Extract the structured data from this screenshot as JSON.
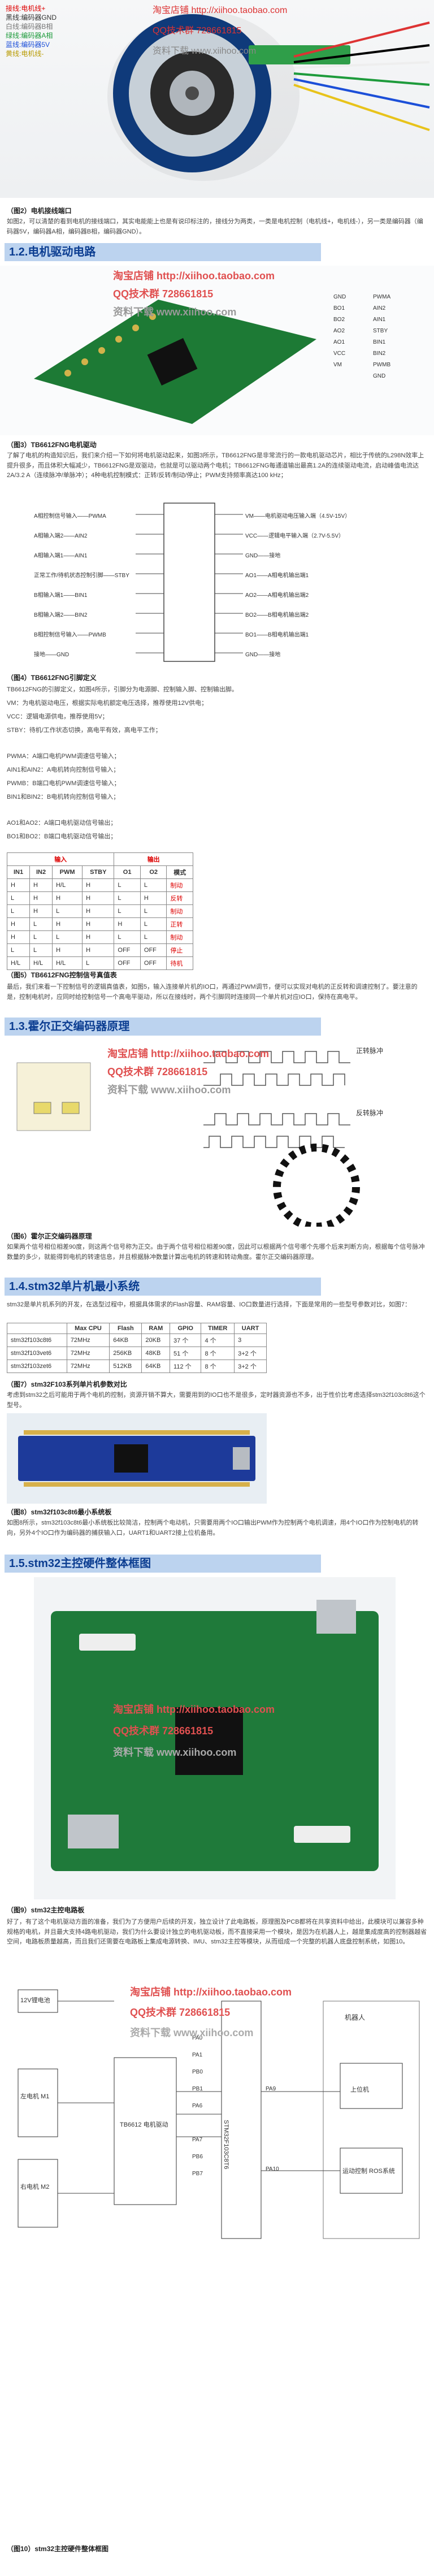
{
  "top_legend": {
    "lines": [
      "接线:电机线+",
      "黑线:编码器GND",
      "白线:编码器B相",
      "绿线:编码器A相",
      "蓝线:编码器5V",
      "黄线:电机线-"
    ],
    "watermarks": [
      "淘宝店铺 http://xiihoo.taobao.com",
      "QQ技术群 728661815",
      "资料下载 www.xiihoo.com"
    ]
  },
  "fig2": {
    "caption": "（图2）电机接线端口",
    "text": "如图2，可以清楚的看到电机的接线端口，其实电能能上也是有说印标注的，接线分为两类，一类是电机控制（电机线+，电机线-），另一类是编码器（编码器5V，编码器A相，编码器B相，编码器GND）。"
  },
  "sec_motor_drive": {
    "title": "1.2.电机驱动电路"
  },
  "fig3": {
    "caption": "（图3）TB6612FNG电机驱动",
    "watermarks": [
      "淘宝店铺 http://xiihoo.taobao.com",
      "QQ技术群 728661815",
      "资料下载 www.xiihoo.com"
    ],
    "pins_left": [
      "GND",
      "BO1",
      "BO2",
      "AO2",
      "AO1",
      "VCC",
      "VM"
    ],
    "pins_right": [
      "PWMA",
      "AIN2",
      "AIN1",
      "STBY",
      "BIN1",
      "BIN2",
      "PWMB",
      "GND"
    ],
    "text": "了解了电机的构造知识后，我们来介绍一下如何将电机驱动起来，如图3所示，TB6612FNG是非常流行的一款电机驱动芯片，相比于传统的L298N效率上提升很多，而且体积大幅减少，TB6612FNG是双驱动，也就是可以驱动两个电机；TB6612FNG每通道输出最高1.2A的连续驱动电流，启动峰值电流达2A/3.2 A（连续脉冲/单脉冲）；4种电机控制模式：正转/反转/制动/停止；PWM支持频率高达100 kHz；"
  },
  "fig4": {
    "caption": "（图4）TB6612FNG引脚定义",
    "rows_left": [
      "A相控制信号输入——PWMA",
      "A相输入端2——AIN2",
      "A相输入端1——AIN1",
      "正常工作/待机状态控制引脚——STBY",
      "B相输入端1——BIN1",
      "B相输入端2——BIN2",
      "B相控制信号输入——PWMB",
      "接地——GND"
    ],
    "rows_right": [
      "VM——电机驱动电压输入端（4.5V-15V）",
      "VCC——逻辑电平输入端（2.7V-5.5V）",
      "GND——接地",
      "AO1——A相电机输出端1",
      "AO2——A相电机输出端2",
      "BO2——B相电机输出端2",
      "BO1——B相电机输出端1",
      "GND——接地"
    ],
    "desc_lines": [
      "TB6612FNG的引脚定义，如图4所示，引脚分为电源脚、控制输入脚、控制输出脚。",
      "VM：为电机驱动电压，根据实际电机额定电压选择，推荐使用12V供电；",
      "VCC：逻辑电源供电，推荐使用5V；",
      "STBY：待机/工作状态切换，高电平有效，高电平工作；",
      "",
      "PWMA：A端口电机PWM调速信号输入；",
      "AIN1和AIN2：A电机转向控制信号输入；",
      "PWMB：B端口电机PWM调速信号输入；",
      "BIN1和BIN2：B电机转向控制信号输入；",
      "",
      "AO1和AO2：A端口电机驱动信号输出；",
      "BO1和BO2：B端口电机驱动信号输出；"
    ]
  },
  "fig5": {
    "caption": "（图5）TB6612FNG控制信号真值表",
    "header_top": [
      "输入",
      "输出"
    ],
    "header": [
      "IN1",
      "IN2",
      "PWM",
      "STBY",
      "O1",
      "O2",
      "模式"
    ],
    "rows": [
      [
        "H",
        "H",
        "H/L",
        "H",
        "L",
        "L",
        "制动"
      ],
      [
        "L",
        "H",
        "H",
        "H",
        "L",
        "H",
        "反转"
      ],
      [
        "L",
        "H",
        "L",
        "H",
        "L",
        "L",
        "制动"
      ],
      [
        "H",
        "L",
        "H",
        "H",
        "H",
        "L",
        "正转"
      ],
      [
        "H",
        "L",
        "L",
        "H",
        "L",
        "L",
        "制动"
      ],
      [
        "L",
        "L",
        "H",
        "H",
        "OFF",
        "OFF",
        "停止"
      ],
      [
        "H/L",
        "H/L",
        "H/L",
        "L",
        "OFF",
        "OFF",
        "待机"
      ]
    ],
    "text": "最后，我们来看一下控制信号的逻辑真值表，如图5，输入连接单片机的IO口，再通过PWM调节，便可以实现对电机的正反转和调速控制了。要注意的是，控制电机时，应同时给控制信号一个高电平驱动，所以在接线时，两个引脚同时连接同一个单片机对应IO口，保持在高电平。"
  },
  "sec_hall": {
    "title": "1.3.霍尔正交编码器原理"
  },
  "fig6": {
    "caption": "（图6）霍尔正交编码器原理",
    "watermarks": [
      "淘宝店铺 http://xiihoo.taobao.com",
      "QQ技术群 728661815",
      "资料下载 www.xiihoo.com"
    ],
    "labels": [
      "正转脉冲",
      "反转脉冲"
    ],
    "text": "如果两个信号相位相差90度，则这两个信号称为正交。由于两个信号相位相差90度，因此可以根据两个信号哪个先哪个后来判断方向，根据每个信号脉冲数量的多少，就能得到电机的转速信息，并且根据脉冲数量计算出电机的转速和转动角度。霍尔正交编码器原理。"
  },
  "sec_stm32": {
    "title": "1.4.stm32单片机最小系统"
  },
  "fig7": {
    "caption": "（图7）stm32F103系列单片机参数对比",
    "text": "stm32是单片机系列的开发，在选型过程中，根据具体需求的Flash容量、RAM容量、IO口数量进行选择，下面是常用的一些型号参数对比，如图7：",
    "header": [
      "",
      "Max CPU",
      "Flash",
      "RAM",
      "GPIO",
      "TIMER",
      "UART"
    ],
    "rows": [
      [
        "stm32f103c8t6",
        "72MHz",
        "64KB",
        "20KB",
        "37 个",
        "4 个",
        "3"
      ],
      [
        "stm32f103vet6",
        "72MHz",
        "256KB",
        "48KB",
        "51 个",
        "8 个",
        "3+2 个"
      ],
      [
        "stm32f103zet6",
        "72MHz",
        "512KB",
        "64KB",
        "112 个",
        "8 个",
        "3+2 个"
      ]
    ]
  },
  "fig8": {
    "caption": "（图8）stm32f103c8t6最小系统板",
    "text": "考虑到stm32之后可能用于两个电机的控制，资源开销不算大，需要用到的IO口也不是很多，定时器资源也不多，出于性价比考虑选择stm32f103c8t6这个型号。"
  },
  "fig9": {
    "text": "如图8所示，stm32f103c8t6最小系统板比较简洁，控制两个电动机，只需要用两个IO口输出PWM作为控制两个电机调速，用4个IO口作为控制电机的转向，另外4个IO口作为编码器的捕获输入口，UART1和UART2接上位机备用。"
  },
  "sec_hw": {
    "title": "1.5.stm32主控硬件整体框图"
  },
  "fig10": {
    "caption": "（图9）stm32主控电路板",
    "watermarks": [
      "淘宝店铺 http://xiihoo.taobao.com",
      "QQ技术群 728661815",
      "资料下载 www.xiihoo.com"
    ],
    "text": "好了，有了这个电机驱动方面的准备，我们为了方便用户后续的开发，独立设计了此电路板，原理图及PCB都将在共享资料中给出，此模块可以兼容多种规格的电机，并且最大支持4路电机驱动，我们为什么要设计独立的电机驱动板，而不直接采用一个模块，是因为在机器人上，越是集成度高的控制器越省空间，电路板质量越高，而且我们还需要在电路板上集成电源转换、IMU、stm32主控等模块，从而组成一个完整的机器人底盘控制系统，如图10。"
  },
  "fig11": {
    "caption": "（图10）stm32主控硬件整体框图",
    "labels": {
      "battery": "12V锂电池",
      "motor1": "左电机 M1",
      "motor2": "右电机 M2",
      "chip": "TB6612 电机驱动",
      "mcu": "STM32F103C8T6",
      "robot": "机器人",
      "pc": "上位机",
      "ros": "运动控制 ROS系统"
    },
    "pins": [
      "PA0",
      "PA1",
      "PB0",
      "PB1",
      "PA6",
      "PA7",
      "PB6",
      "PB7",
      "PA9",
      "PA10"
    ],
    "watermarks": [
      "淘宝店铺 http://xiihoo.taobao.com",
      "QQ技术群 728661815",
      "资料下载 www.xiihoo.com"
    ]
  }
}
